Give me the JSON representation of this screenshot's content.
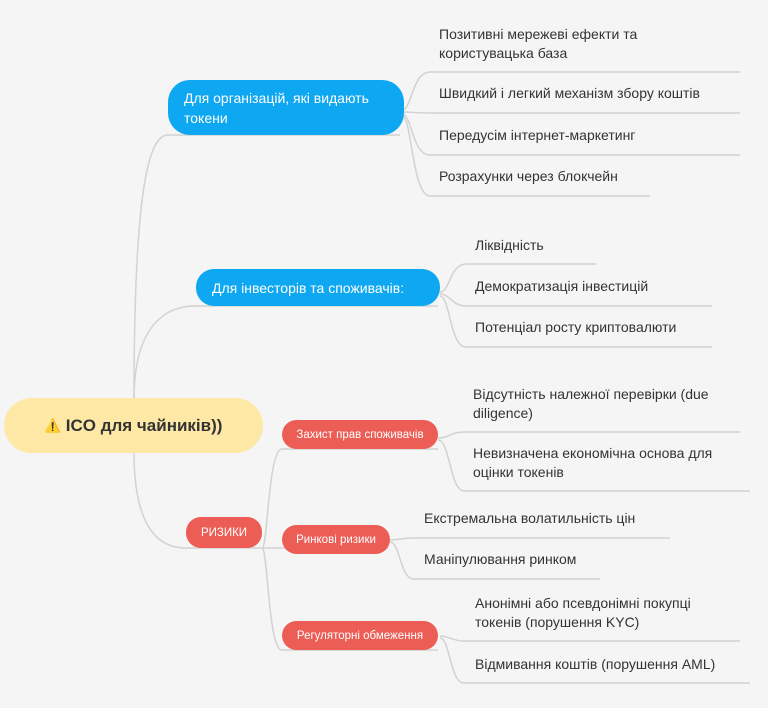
{
  "root": {
    "icon": "warning-icon",
    "label": "ICO для чайників))"
  },
  "branches": {
    "orgs": {
      "label": "Для організацій, які видають токени",
      "leaves": [
        "Позитивні мережеві ефекти та користувацька база",
        "Швидкий і легкий механізм збору коштів",
        "Передусім інтернет-маркетинг",
        "Розрахунки через блокчейн"
      ]
    },
    "investors": {
      "label": "Для інвесторів та споживачів:",
      "leaves": [
        "Ліквідність",
        "Демократизація інвестицій",
        "Потенціал росту криптовалюти"
      ]
    },
    "risks": {
      "label": "РИЗИКИ",
      "groups": [
        {
          "label": "Захист прав споживачів",
          "leaves": [
            "Відсутність належної перевірки (due diligence)",
            "Невизначена економічна основа для оцінки токенів"
          ]
        },
        {
          "label": "Ринкові ризики",
          "leaves": [
            "Екстремальна волатильність цін",
            "Маніпулювання ринком"
          ]
        },
        {
          "label": "Регуляторні обмеження",
          "leaves": [
            "Анонімні або псевдонімні покупці токенів (порушення KYC)",
            "Відмивання коштів (порушення AML)"
          ]
        }
      ]
    }
  },
  "colors": {
    "background": "#f5f5f5",
    "root": "#fde8a6",
    "blue_node": "#0ea7f2",
    "red_node": "#ec5d55",
    "connector": "#d2d2d2",
    "text": "#333333"
  }
}
